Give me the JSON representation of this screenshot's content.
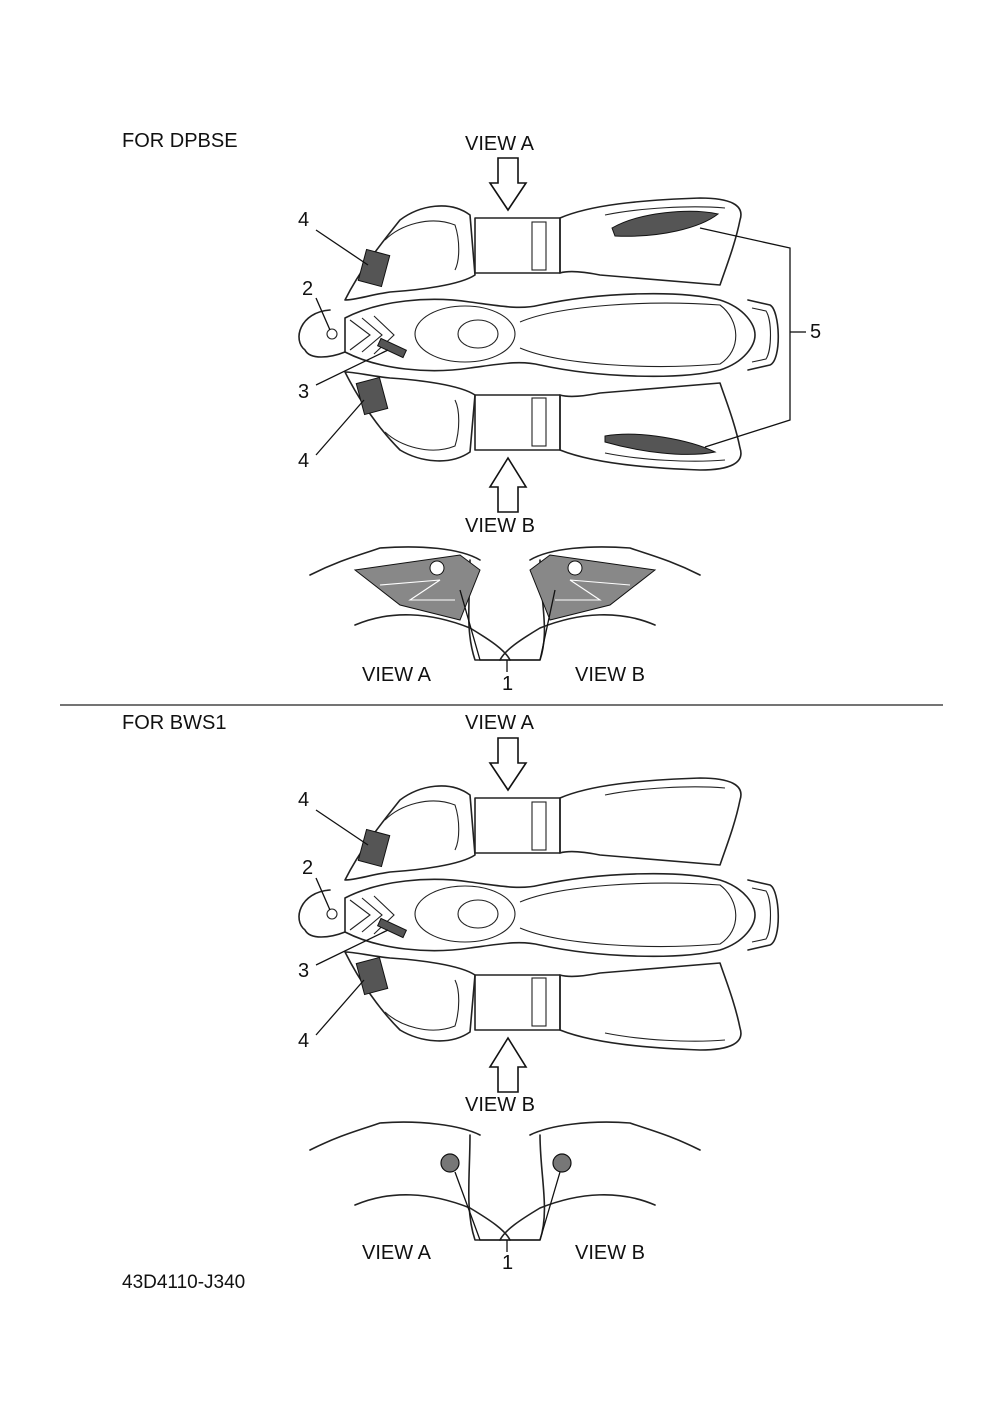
{
  "sections": [
    {
      "label": "FOR DPBSE",
      "view_a_top": "VIEW A",
      "view_b_bottom": "VIEW B",
      "detail_view_a": "VIEW A",
      "detail_view_b": "VIEW B",
      "callouts": {
        "c1": "1",
        "c2": "2",
        "c3": "3",
        "c4a": "4",
        "c4b": "4",
        "c5": "5"
      }
    },
    {
      "label": "FOR BWS1",
      "view_a_top": "VIEW A",
      "view_b_bottom": "VIEW B",
      "detail_view_a": "VIEW A",
      "detail_view_b": "VIEW B",
      "callouts": {
        "c1": "1",
        "c2": "2",
        "c3": "3",
        "c4a": "4",
        "c4b": "4"
      }
    }
  ],
  "diagram_code": "43D4110-J340"
}
